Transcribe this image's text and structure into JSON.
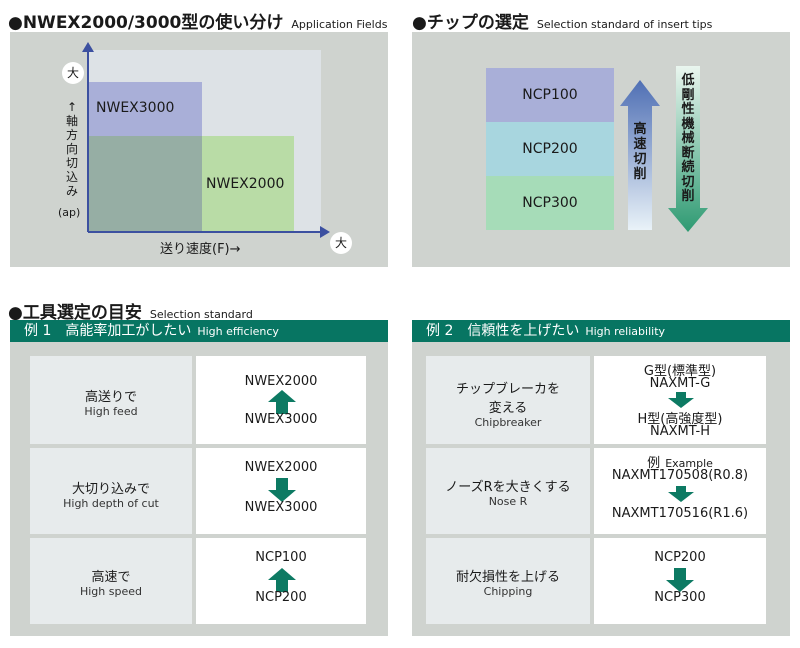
{
  "section1": {
    "title": "●NWEX2000/3000型の使い分け",
    "subtitle": "Application Fields"
  },
  "section2": {
    "title": "●チップの選定",
    "subtitle": "Selection standard of insert tips"
  },
  "section3": {
    "title": "●工具選定の目安",
    "subtitle": "Selection standard"
  },
  "chart": {
    "big_label": "大",
    "nwex3000": "NWEX3000",
    "nwex2000": "NWEX2000",
    "y_label_lines": [
      "↑",
      "軸",
      "方",
      "向",
      "切",
      "込",
      "み"
    ],
    "y_sub": "(ap)",
    "x_label": "送り速度(F)→"
  },
  "tips": {
    "items": [
      "NCP100",
      "NCP200",
      "NCP300"
    ],
    "high_speed_label": [
      "高",
      "速",
      "切",
      "削"
    ],
    "interrupted_label": [
      "低",
      "剛",
      "性",
      "機",
      "械",
      "断",
      "続",
      "切",
      "削"
    ]
  },
  "table1": {
    "header": "例 1　高能率加工がしたい",
    "header_en": "High efficiency",
    "rows": [
      {
        "jp": "高送りで",
        "en": "High feed",
        "top": "NWEX2000",
        "bottom": "NWEX3000",
        "arrow": "up"
      },
      {
        "jp": "大切り込みで",
        "en": "High depth of cut",
        "top": "NWEX2000",
        "bottom": "NWEX3000",
        "arrow": "down"
      },
      {
        "jp": "高速で",
        "en": "High speed",
        "top": "NCP100",
        "bottom": "NCP200",
        "arrow": "up"
      }
    ]
  },
  "table2": {
    "header": "例 2　信頼性を上げたい",
    "header_en": "High reliability",
    "rows": [
      {
        "jp1": "チップブレーカを",
        "jp2": "変える",
        "en": "Chipbreaker",
        "l1": "G型(標準型)",
        "l2": "NAXMT-G",
        "l3": "H型(高強度型)",
        "l4": "NAXMT-H"
      },
      {
        "jp1": "ノーズRを大きくする",
        "en": "Nose R",
        "ex_jp": "例",
        "ex_en": "Example",
        "l1": "NAXMT170508(R0.8)",
        "l2": "NAXMT170516(R1.6)"
      },
      {
        "jp1": "耐欠損性を上げる",
        "en": "Chipping",
        "l1": "NCP200",
        "l2": "NCP300"
      }
    ]
  },
  "colors": {
    "header_green": "#077562",
    "arrow_green": "#0d7a63",
    "panel_gray": "#cfd3cf"
  }
}
